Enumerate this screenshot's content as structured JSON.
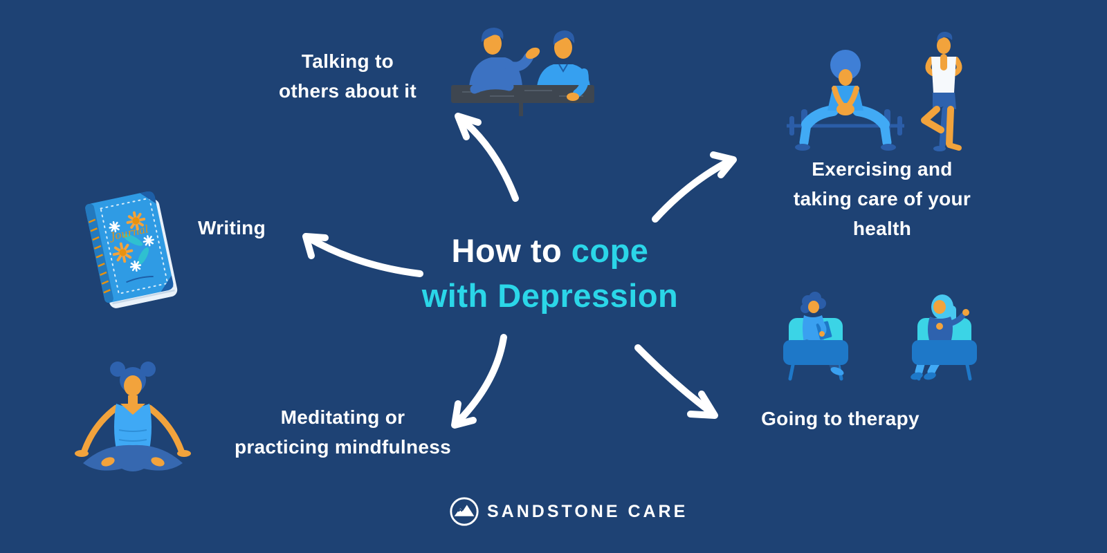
{
  "colors": {
    "background": "#1E4274",
    "accent": "#2BD6E8",
    "text": "#FFFFFF",
    "illustration_orange": "#F2A33C",
    "illustration_dark_blue": "#2B5DA8",
    "illustration_mid_blue": "#3C72C2",
    "illustration_light_blue": "#3AA0F0",
    "illustration_teal": "#3BD4E6"
  },
  "title": {
    "line1_white": "How to ",
    "line1_cyan": "cope",
    "line2_cyan": "with Depression"
  },
  "nodes": {
    "talking": {
      "label": "Talking to\nothers about it"
    },
    "exercising": {
      "label": "Exercising and\ntaking care of your\nhealth"
    },
    "writing": {
      "label": "Writing"
    },
    "meditating": {
      "label": "Meditating or\npracticing mindfulness"
    },
    "therapy": {
      "label": "Going to therapy"
    }
  },
  "illustrations": {
    "journal_cover_text": "Journal"
  },
  "footer": {
    "brand": "SANDSTONE CARE"
  }
}
